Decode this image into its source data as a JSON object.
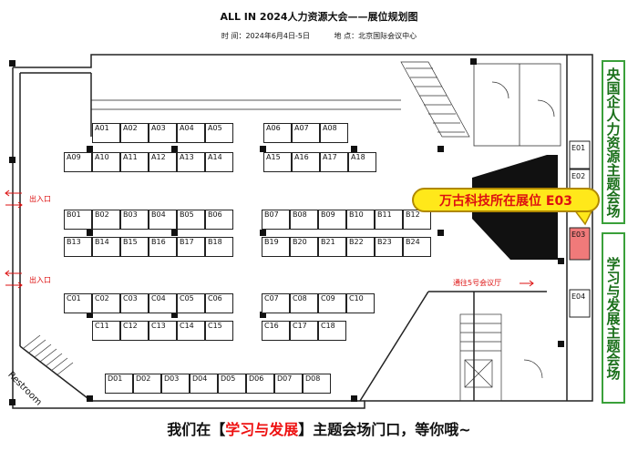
{
  "header": {
    "title": "ALL IN 2024人力资源大会——展位规划图",
    "time": "时 间：2024年6月4日-5日",
    "location": "地 点：北京国际会议中心"
  },
  "booths": {
    "row_a1": [
      "A01",
      "A02",
      "A03",
      "A04",
      "A05"
    ],
    "row_a2": [
      "A09",
      "A10",
      "A11",
      "A12",
      "A13",
      "A14"
    ],
    "row_a3": [
      "A06",
      "A07",
      "A08"
    ],
    "row_a4": [
      "A15",
      "A16",
      "A17",
      "A18"
    ],
    "row_b1": [
      "B01",
      "B02",
      "B03",
      "B04",
      "B05",
      "B06"
    ],
    "row_b2": [
      "B13",
      "B14",
      "B15",
      "B16",
      "B17",
      "B18"
    ],
    "row_b3": [
      "B07",
      "B08",
      "B09",
      "B10",
      "B11",
      "B12"
    ],
    "row_b4": [
      "B19",
      "B20",
      "B21",
      "B22",
      "B23",
      "B24"
    ],
    "row_c1": [
      "C01",
      "C02",
      "C03",
      "C04",
      "C05",
      "C06"
    ],
    "row_c2": [
      "C11",
      "C12",
      "C13",
      "C14",
      "C15"
    ],
    "row_c3": [
      "C07",
      "C08",
      "C09",
      "C10"
    ],
    "row_c4": [
      "C16",
      "C17",
      "C18"
    ],
    "row_d": [
      "D01",
      "D02",
      "D03",
      "D04",
      "D05",
      "D06",
      "D07",
      "D08"
    ],
    "e01": "E01",
    "e02": "E02",
    "e03": "E03",
    "e04": "E04"
  },
  "halls": {
    "top": "央国企人力资源主题会场",
    "bottom": "学习与发展主题会场"
  },
  "labels": {
    "exit1": "出入口",
    "exit2": "出入口",
    "restroom": "Restroom",
    "to_hall5": "通往5号会议厅",
    "callout": "万古科技所在展位 E03"
  },
  "footer": {
    "part1": "我们在【",
    "highlight": "学习与发展",
    "part2": "】主题会场门口，等你哦~"
  },
  "colors": {
    "hall_border": "#3aa03a",
    "hall_text": "#1a6f1a",
    "callout_bg": "#ffe81a",
    "highlight": "#e11111",
    "e03_fill": "#f07a7a"
  }
}
